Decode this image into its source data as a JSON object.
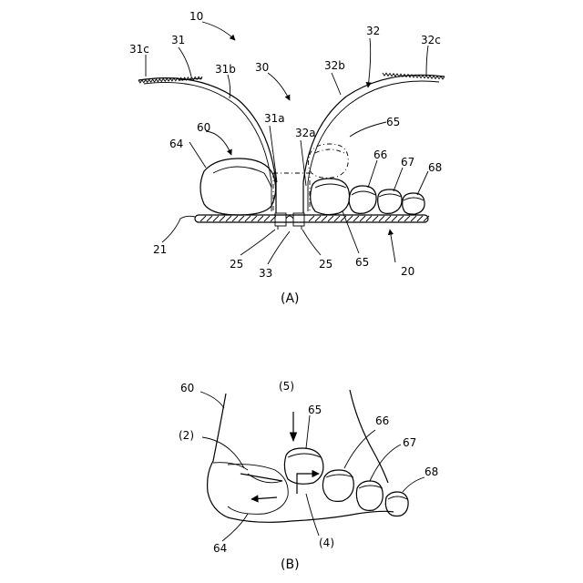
{
  "figure_a": {
    "caption": "(A)",
    "labels": {
      "l10": "10",
      "l30": "30",
      "l31": "31",
      "l31a": "31a",
      "l31b": "31b",
      "l31c": "31c",
      "l32": "32",
      "l32a": "32a",
      "l32b": "32b",
      "l32c": "32c",
      "l60": "60",
      "l64": "64",
      "l65_top": "65",
      "l66": "66",
      "l67": "67",
      "l68": "68",
      "l21": "21",
      "l25_left": "25",
      "l33": "33",
      "l25_right": "25",
      "l65_bottom": "65",
      "l20": "20"
    }
  },
  "figure_b": {
    "caption": "(B)",
    "labels": {
      "l60": "60",
      "l5": "(5)",
      "l65": "65",
      "l66": "66",
      "l2": "(2)",
      "l67": "67",
      "l68": "68",
      "l4": "(4)",
      "l64": "64"
    }
  }
}
